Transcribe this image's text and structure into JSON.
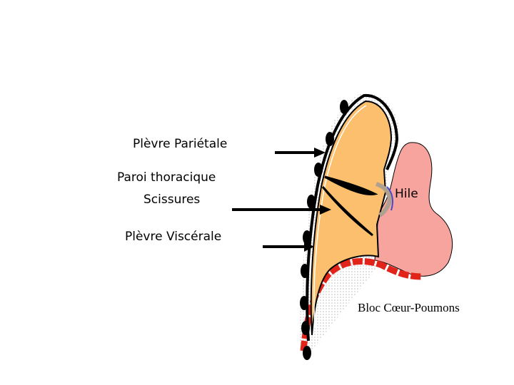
{
  "labels": {
    "plevre_parietale": "Plèvre Pariétale",
    "paroi_thoracique": "Paroi thoracique",
    "scissures": "Scissures",
    "plevre_viscerale": "Plèvre Viscérale",
    "hile": "Hile",
    "bloc_coeur_poumons": "Bloc Cœur-Poumons"
  },
  "colors": {
    "lung": "#fbbf6d",
    "heart": "#f7a39e",
    "diaphragm": "#e2231a",
    "pleura": "#000000",
    "hilum_vessel": "#4a4ac8",
    "bronchus": "#b0a090",
    "wall_dots": "#cccccc"
  },
  "icons": [
    "arrow-right-icon",
    "rib-icon"
  ]
}
